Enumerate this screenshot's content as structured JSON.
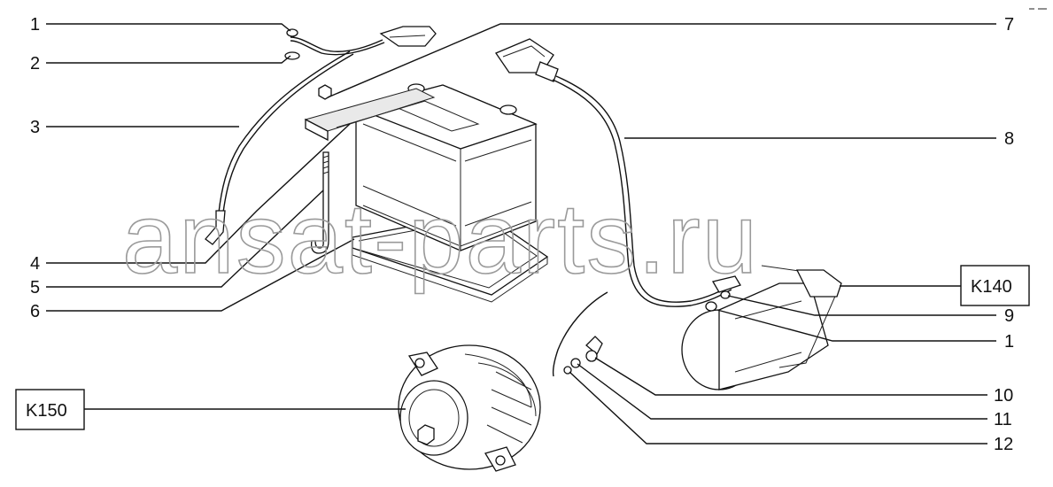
{
  "watermark": "ansat-parts.ru",
  "callouts_left": [
    "1",
    "2",
    "3",
    "4",
    "5",
    "6"
  ],
  "callouts_right": [
    "7",
    "8",
    "9",
    "1",
    "10",
    "11",
    "12"
  ],
  "boxes": {
    "starter": "K140",
    "alternator": "K150"
  }
}
